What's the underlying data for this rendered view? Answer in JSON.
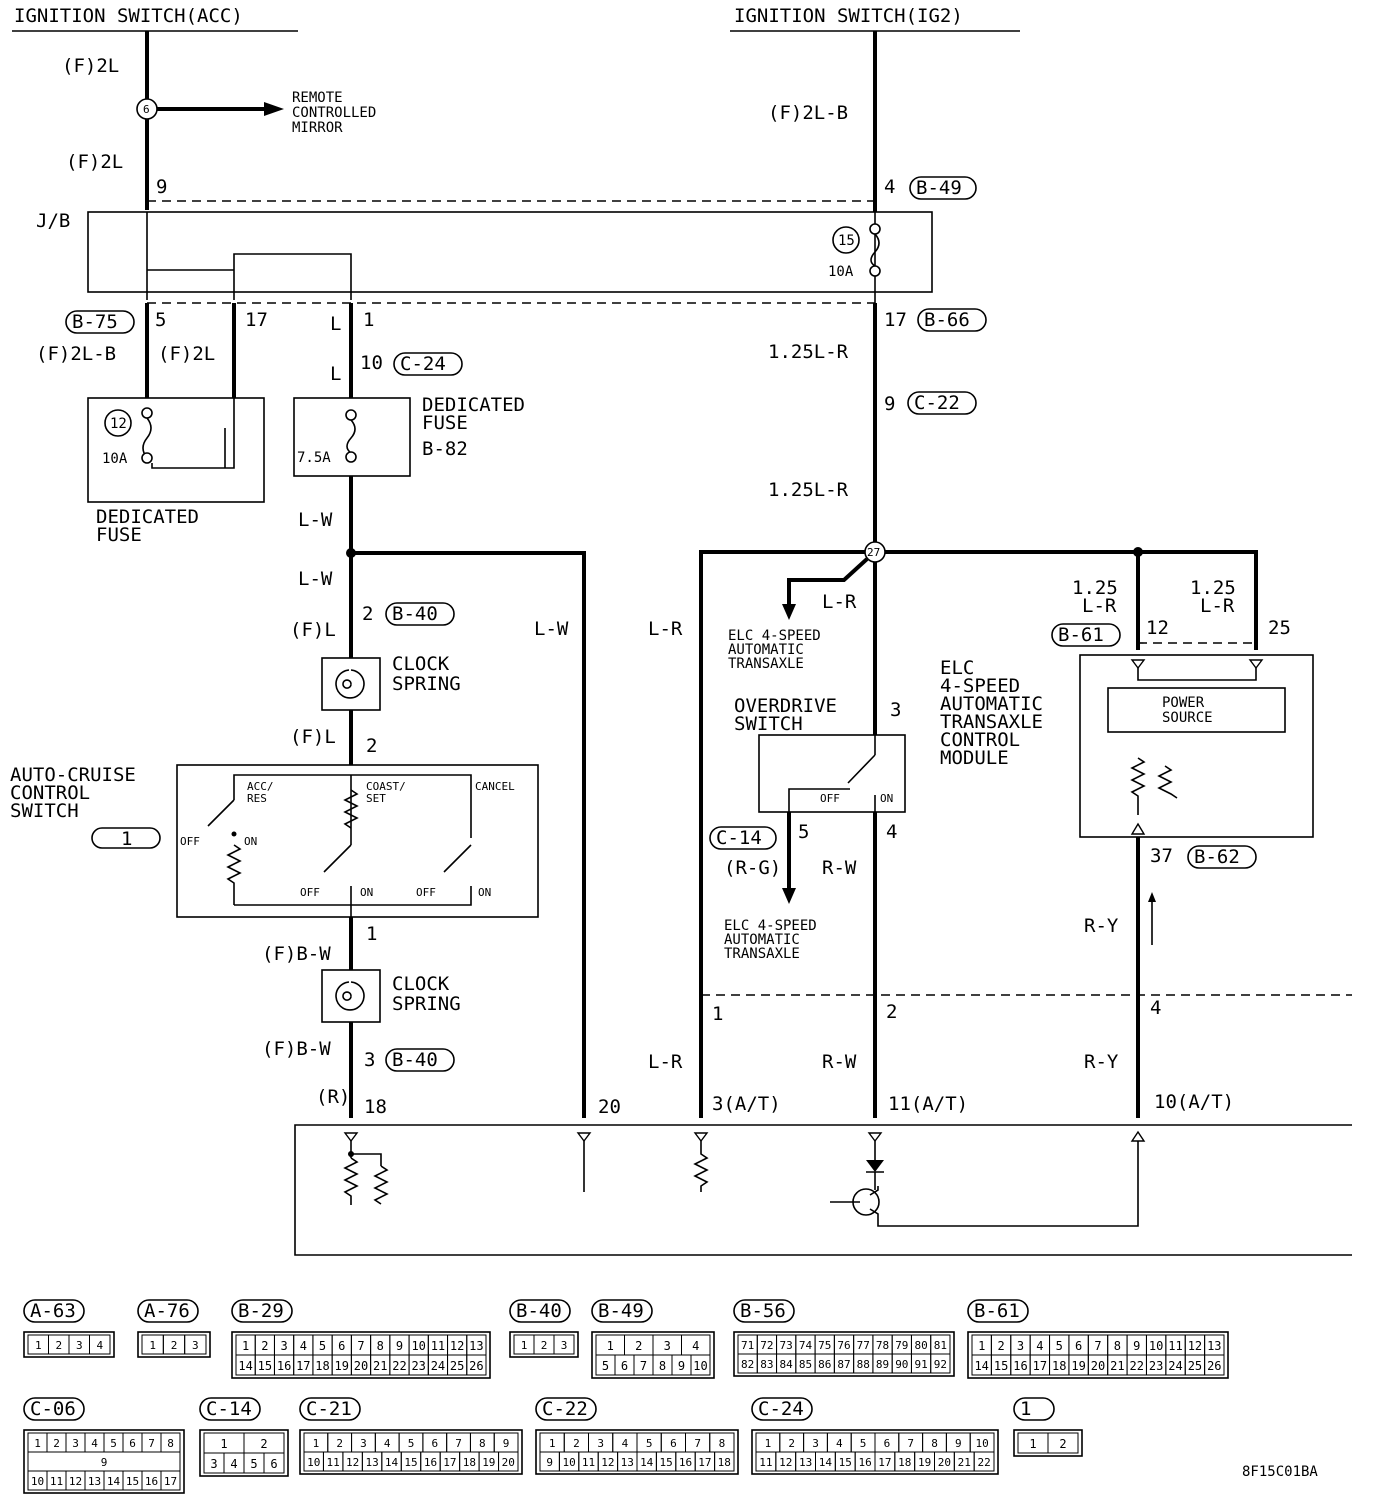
{
  "titles": {
    "acc": "IGNITION SWITCH(ACC)",
    "ig2": "IGNITION SWITCH(IG2)"
  },
  "labels": {
    "f2l_a": "(F)2L",
    "f2l_b": "(F)2L",
    "remote_1": "REMOTE",
    "remote_2": "CONTROLLED",
    "remote_3": "MIRROR",
    "f2lb_top": "(F)2L-B",
    "jb": "J/B",
    "f2lb_left": "(F)2L-B",
    "f2l_left": "(F)2L",
    "l_1": "L",
    "l_2": "L",
    "ded_fuse_1": "DEDICATED",
    "ded_fuse_2": "FUSE",
    "ded_fuse_3": "B-82",
    "ded_fuse2_1": "DEDICATED",
    "ded_fuse2_2": "FUSE",
    "amp_12": "10A",
    "amp_7": "7.5A",
    "amp_15": "10A",
    "lw_1": "L-W",
    "lw_2": "L-W",
    "lw_3": "L-W",
    "fl_1": "(F)L",
    "fl_2": "(F)L",
    "clock_1a": "CLOCK",
    "clock_1b": "SPRING",
    "clock_2a": "CLOCK",
    "clock_2b": "SPRING",
    "ac_1": "AUTO-CRUISE",
    "ac_2": "CONTROL",
    "ac_3": "SWITCH",
    "acc_res_1": "ACC/",
    "acc_res_2": "RES",
    "coast_1": "COAST/",
    "coast_2": "SET",
    "cancel": "CANCEL",
    "off_1": "OFF",
    "on_1": "ON",
    "off_2": "OFF",
    "on_2": "ON",
    "off_3": "OFF",
    "on_3": "ON",
    "fbw_1": "(F)B-W",
    "fbw_2": "(F)B-W",
    "r_paren": "(R)",
    "lr_125a": "1.25L-R",
    "lr_125b": "1.25L-R",
    "lr_left": "L-R",
    "lr_mid": "L-R",
    "lr_bottom": "L-R",
    "elc_a1": "ELC 4-SPEED",
    "elc_a2": "AUTOMATIC",
    "elc_a3": "TRANSAXLE",
    "od_1": "OVERDRIVE",
    "od_2": "SWITCH",
    "od_off": "OFF",
    "od_on": "ON",
    "rg": "(R-G)",
    "rw_1": "R-W",
    "rw_2": "R-W",
    "elc_b1": "ELC 4-SPEED",
    "elc_b2": "AUTOMATIC",
    "elc_b3": "TRANSAXLE",
    "tcm_1": "ELC",
    "tcm_2": "4-SPEED",
    "tcm_3": "AUTOMATIC",
    "tcm_4": "TRANSAXLE",
    "tcm_5": "CONTROL",
    "tcm_6": "MODULE",
    "r125_a1": "1.25",
    "r125_a2": "L-R",
    "r125_b1": "1.25",
    "r125_b2": "L-R",
    "power_1": "POWER",
    "power_2": "SOURCE",
    "ry_1": "R-Y",
    "ry_2": "R-Y",
    "code": "8F15C01BA"
  },
  "pins": {
    "p9": "9",
    "p4": "4",
    "p5": "5",
    "p17a": "17",
    "p1a": "1",
    "p17b": "17",
    "p10": "10",
    "p9b": "9",
    "p2": "2",
    "p2b": "2",
    "p1b": "1",
    "p3": "3",
    "p18": "18",
    "p20": "20",
    "p3at": "3(A/T)",
    "p11at": "11(A/T)",
    "p10at": "10(A/T)",
    "p12": "12",
    "p25": "25",
    "p37": "37",
    "p3od": "3",
    "p5od": "5",
    "p4od": "4",
    "p1c": "1",
    "p2c": "2",
    "p4c": "4"
  },
  "splices": {
    "s6": "6",
    "s12": "12",
    "s15": "15",
    "s27": "27"
  },
  "connectors": {
    "b49": "B-49",
    "b75": "B-75",
    "b66": "B-66",
    "c24": "C-24",
    "c22": "C-22",
    "b40a": "B-40",
    "b40b": "B-40",
    "b61": "B-61",
    "b62": "B-62",
    "c14": "C-14",
    "sw1": "1"
  },
  "legend": {
    "a63": {
      "label": "A-63",
      "rows": [
        [
          "1",
          "2",
          "3",
          "4"
        ]
      ]
    },
    "a76": {
      "label": "A-76",
      "rows": [
        [
          "1",
          "2",
          "3"
        ]
      ]
    },
    "b29": {
      "label": "B-29",
      "rows": [
        [
          "1",
          "2",
          "3",
          "4",
          "5",
          "6",
          "7",
          "8",
          "9",
          "10",
          "11",
          "12",
          "13"
        ],
        [
          "14",
          "15",
          "16",
          "17",
          "18",
          "19",
          "20",
          "21",
          "22",
          "23",
          "24",
          "25",
          "26"
        ]
      ]
    },
    "b40": {
      "label": "B-40",
      "rows": [
        [
          "1",
          "2",
          "3"
        ]
      ]
    },
    "b49": {
      "label": "B-49",
      "rows": [
        [
          "1",
          "2",
          "3",
          "4"
        ],
        [
          "5",
          "6",
          "7",
          "8",
          "9",
          "10"
        ]
      ]
    },
    "b56": {
      "label": "B-56",
      "rows": [
        [
          "71",
          "72",
          "73",
          "74",
          "75",
          "76",
          "77",
          "78",
          "79",
          "80",
          "81"
        ],
        [
          "82",
          "83",
          "84",
          "85",
          "86",
          "87",
          "88",
          "89",
          "90",
          "91",
          "92"
        ]
      ]
    },
    "b61": {
      "label": "B-61",
      "rows": [
        [
          "1",
          "2",
          "3",
          "4",
          "5",
          "6",
          "7",
          "8",
          "9",
          "10",
          "11",
          "12",
          "13"
        ],
        [
          "14",
          "15",
          "16",
          "17",
          "18",
          "19",
          "20",
          "21",
          "22",
          "23",
          "24",
          "25",
          "26"
        ]
      ]
    },
    "c06": {
      "label": "C-06",
      "rows": [
        [
          "1",
          "2",
          "3",
          "4",
          "5",
          "6",
          "7",
          "8"
        ],
        [
          "9"
        ],
        [
          "10",
          "11",
          "12",
          "13",
          "14",
          "15",
          "16",
          "17"
        ]
      ]
    },
    "c14": {
      "label": "C-14",
      "rows": [
        [
          "1",
          "2"
        ],
        [
          "3",
          "4",
          "5",
          "6"
        ]
      ]
    },
    "c21": {
      "label": "C-21",
      "rows": [
        [
          "1",
          "2",
          "3",
          "4",
          "5",
          "6",
          "7",
          "8",
          "9"
        ],
        [
          "10",
          "11",
          "12",
          "13",
          "14",
          "15",
          "16",
          "17",
          "18",
          "19",
          "20"
        ]
      ]
    },
    "c22": {
      "label": "C-22",
      "rows": [
        [
          "1",
          "2",
          "3",
          "4",
          "5",
          "6",
          "7",
          "8"
        ],
        [
          "9",
          "10",
          "11",
          "12",
          "13",
          "14",
          "15",
          "16",
          "17",
          "18"
        ]
      ]
    },
    "c24": {
      "label": "C-24",
      "rows": [
        [
          "1",
          "2",
          "3",
          "4",
          "5",
          "6",
          "7",
          "8",
          "9",
          "10"
        ],
        [
          "11",
          "12",
          "13",
          "14",
          "15",
          "16",
          "17",
          "18",
          "19",
          "20",
          "21",
          "22"
        ]
      ]
    },
    "sw1": {
      "label": "1",
      "rows": [
        [
          "1",
          "2"
        ]
      ]
    }
  }
}
